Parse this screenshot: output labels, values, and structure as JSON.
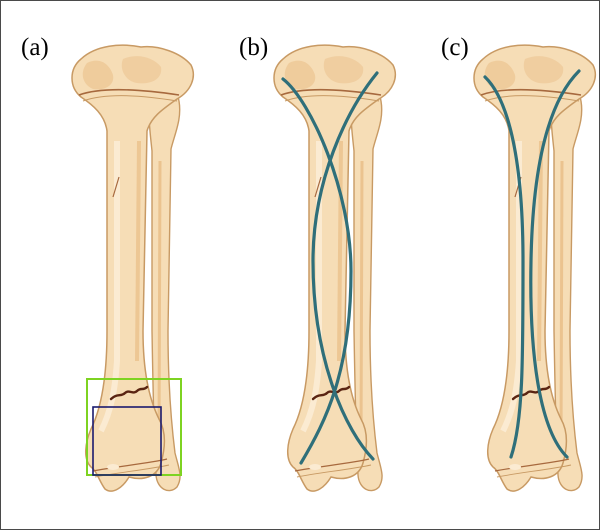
{
  "panels": [
    {
      "label": "(a)"
    },
    {
      "label": "(b)"
    },
    {
      "label": "(c)"
    }
  ],
  "colors": {
    "bone_fill": "#f6ddb6",
    "bone_light": "#fbebd2",
    "bone_shade": "#e9bd86",
    "bone_outline": "#c89a64",
    "fracture": "#5a2412",
    "fixation_wire": "#2f6f7a",
    "outer_box": "#7ed321",
    "inner_box": "#1a1a6e"
  }
}
